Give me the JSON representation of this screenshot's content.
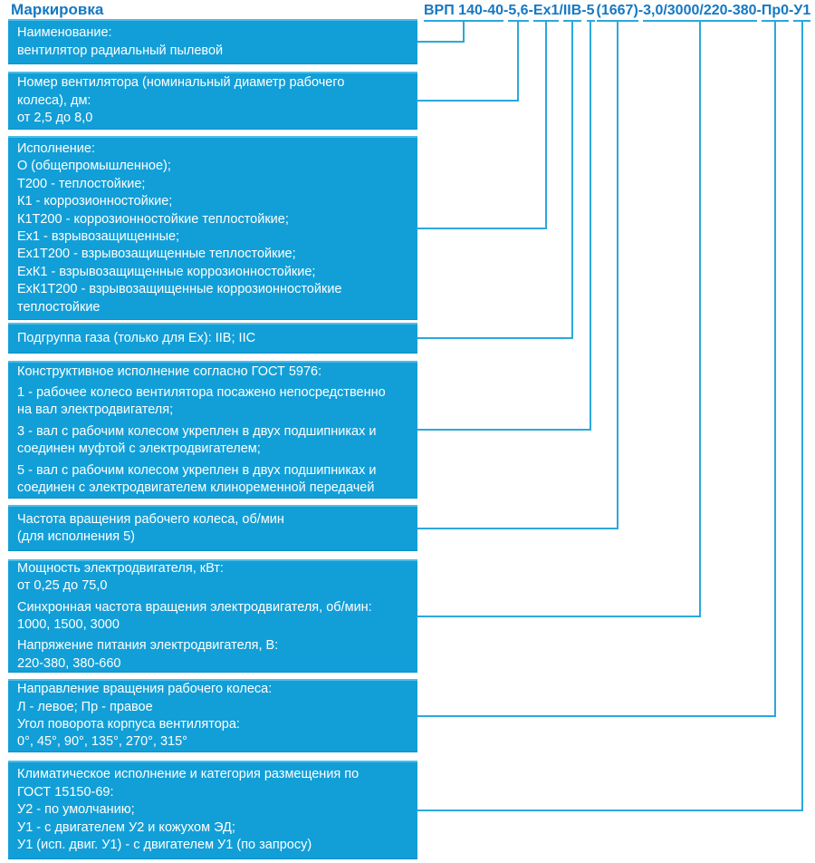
{
  "title": "Маркировка",
  "colors": {
    "box_fill": "#129fd8",
    "box_top_edge": "#4fbce6",
    "connector_line": "#2ba8dd",
    "heading_blue": "#1678c2",
    "box_text": "#ffffff"
  },
  "code": {
    "full": "ВРП 140-40-5,6-Ex1/IIB-5(1667)-3,0/3000/220-380-Пр0-У1",
    "segments": [
      {
        "text": "ВРП 140-40",
        "underlined": true
      },
      {
        "text": "-",
        "underlined": false
      },
      {
        "text": "5,6",
        "underlined": true
      },
      {
        "text": "-",
        "underlined": false
      },
      {
        "text": "Ex1",
        "underlined": true
      },
      {
        "text": "/",
        "underlined": false
      },
      {
        "text": "IIB",
        "underlined": true
      },
      {
        "text": "-",
        "underlined": false
      },
      {
        "text": "5",
        "underlined": true
      },
      {
        "text": "(1667)",
        "underlined": true
      },
      {
        "text": "-",
        "underlined": false
      },
      {
        "text": "3,0/3000/220-380",
        "underlined": true
      },
      {
        "text": "-",
        "underlined": false
      },
      {
        "text": "Пр0",
        "underlined": true
      },
      {
        "text": "-",
        "underlined": false
      },
      {
        "text": "У1",
        "underlined": true
      }
    ]
  },
  "boxes": [
    {
      "id": "name",
      "paragraphs": [
        [
          "Наименование:",
          "вентилятор радиальный пылевой"
        ]
      ]
    },
    {
      "id": "fan-number",
      "paragraphs": [
        [
          "Номер вентилятора (номинальный диаметр рабочего",
          "колеса), дм:",
          "от 2,5 до 8,0"
        ]
      ]
    },
    {
      "id": "design-version",
      "paragraphs": [
        [
          "Исполнение:",
          "О (общепромышленное);",
          "Т200 - теплостойкие;",
          "К1 - коррозионностойкие;",
          "К1Т200 - коррозионностойкие теплостойкие;",
          "Ex1 - взрывозащищенные;",
          "Ex1Т200 - взрывозащищенные теплостойкие;",
          "ExК1 - взрывозащищенные коррозионностойкие;",
          "ExК1Т200 - взрывозащищенные коррозионностойкие",
          "теплостойкие"
        ]
      ]
    },
    {
      "id": "gas-subgroup",
      "paragraphs": [
        [
          "Подгруппа газа (только для Ex): IIB; IIC"
        ]
      ]
    },
    {
      "id": "structural-design",
      "paragraphs": [
        [
          "Конструктивное исполнение согласно ГОСТ 5976:"
        ],
        [
          "1 - рабочее колесо вентилятора посажено непосредственно",
          "на вал электродвигателя;"
        ],
        [
          "3 - вал с рабочим колесом укреплен в двух подшипниках и",
          "соединен муфтой с электродвигателем;"
        ],
        [
          "5 - вал с рабочим колесом укреплен в двух подшипниках и",
          "соединен с электродвигателем клиноременной передачей"
        ]
      ]
    },
    {
      "id": "impeller-speed",
      "paragraphs": [
        [
          "Частота вращения рабочего колеса, об/мин",
          "(для исполнения 5)"
        ]
      ]
    },
    {
      "id": "motor-parameters",
      "paragraphs": [
        [
          "Мощность электродвигателя, кВт:",
          "от 0,25 до 75,0"
        ],
        [
          "Синхронная частота вращения электродвигателя, об/мин:",
          "1000, 1500, 3000"
        ],
        [
          "Напряжение питания электродвигателя, В:",
          "220-380, 380-660"
        ]
      ]
    },
    {
      "id": "rotation-direction",
      "paragraphs": [
        [
          "Направление вращения рабочего колеса:",
          "Л - левое; Пр - правое",
          "Угол поворота корпуса вентилятора:",
          "0°, 45°, 90°, 135°, 270°, 315°"
        ]
      ]
    },
    {
      "id": "climatic-design",
      "paragraphs": [
        [
          "Климатическое исполнение и категория размещения по",
          "ГОСТ 15150-69:",
          "У2 - по умолчанию;",
          "У1 - с двигателем У2 и кожухом ЭД;",
          "У1 (исп. двиг. У1) - с двигателем У1 (по запросу)"
        ]
      ]
    }
  ]
}
